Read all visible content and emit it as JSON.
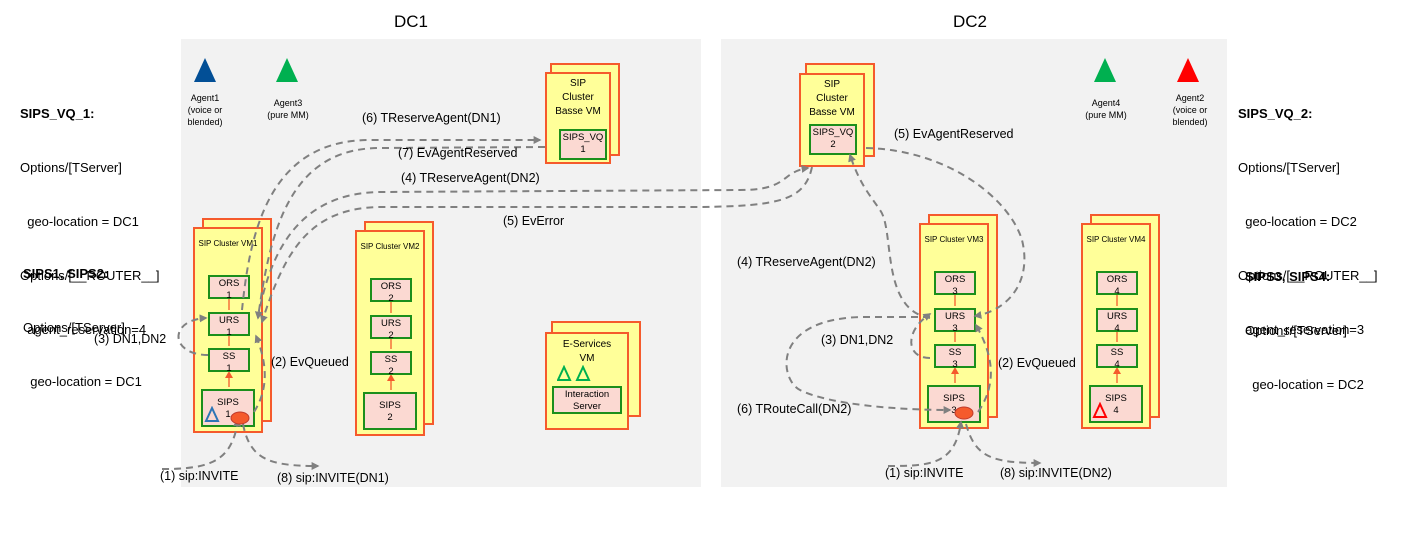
{
  "datacenters": [
    {
      "id": "dc1",
      "title": "DC1"
    },
    {
      "id": "dc2",
      "title": "DC2"
    }
  ],
  "notes": {
    "sips_vq_1": {
      "heading": "SIPS_VQ_1:",
      "lines": [
        "Options/[TServer]",
        "  geo-location = DC1",
        "Options/[__ROUTER__]",
        "  agent_reservation=4"
      ]
    },
    "sips_1_2": {
      "heading": "SIPS1, SIPS2:",
      "lines": [
        "Options/[TServer]",
        "  geo-location = DC1"
      ]
    },
    "sips_vq_2": {
      "heading": "SIPS_VQ_2:",
      "lines": [
        "Options/[TServer]",
        "  geo-location = DC2",
        "Options/[__ROUTER__]",
        "  agent_reservation=3"
      ]
    },
    "sips_3_4": {
      "heading": "SIPS3, SIPS4:",
      "lines": [
        "Options/[TServer]",
        "  geo-location = DC2"
      ]
    }
  },
  "agents": [
    {
      "name": "Agent1",
      "desc1": "(voice or",
      "desc2": "blended)",
      "color": "#024f96"
    },
    {
      "name": "Agent3",
      "desc1": "(pure MM)",
      "desc2": "",
      "color": "#00b050"
    },
    {
      "name": "Agent4",
      "desc1": "(pure MM)",
      "desc2": "",
      "color": "#00b050"
    },
    {
      "name": "Agent2",
      "desc1": "(voice or",
      "desc2": "blended)",
      "color": "#ff0000"
    }
  ],
  "vms": {
    "basse1": {
      "label_lines": [
        "SIP",
        "Cluster",
        "Basse VM"
      ],
      "component": {
        "name": "SIPS_VQ",
        "num": "1"
      }
    },
    "basse2": {
      "label_lines": [
        "SIP",
        "Cluster",
        "Basse VM"
      ],
      "component": {
        "name": "SIPS_VQ",
        "num": "2"
      }
    },
    "eservices": {
      "label_lines": [
        "E-Services",
        "VM"
      ],
      "component": {
        "name": "Interaction",
        "num": "Server"
      }
    },
    "clusters": [
      {
        "label": "SIP Cluster VM1",
        "components": [
          {
            "name": "ORS",
            "num": "1"
          },
          {
            "name": "URS",
            "num": "1"
          },
          {
            "name": "SS",
            "num": "1"
          },
          {
            "name": "SIPS",
            "num": "1"
          }
        ]
      },
      {
        "label": "SIP Cluster VM2",
        "components": [
          {
            "name": "ORS",
            "num": "2"
          },
          {
            "name": "URS",
            "num": "2"
          },
          {
            "name": "SS",
            "num": "2"
          },
          {
            "name": "SIPS",
            "num": "2"
          }
        ]
      },
      {
        "label": "SIP Cluster VM3",
        "components": [
          {
            "name": "ORS",
            "num": "3"
          },
          {
            "name": "URS",
            "num": "3"
          },
          {
            "name": "SS",
            "num": "3"
          },
          {
            "name": "SIPS",
            "num": "3"
          }
        ]
      },
      {
        "label": "SIP Cluster VM4",
        "components": [
          {
            "name": "ORS",
            "num": "4"
          },
          {
            "name": "URS",
            "num": "4"
          },
          {
            "name": "SS",
            "num": "4"
          },
          {
            "name": "SIPS",
            "num": "4"
          }
        ]
      }
    ]
  },
  "messages": {
    "dc1": {
      "m1": "(1) sip:INVITE",
      "m2": "(2) EvQueued",
      "m3": "(3) DN1,DN2",
      "m4": "(4) TReserveAgent(DN2)",
      "m5": "(5) EvError",
      "m6": "(6) TReserveAgent(DN1)",
      "m7": "(7) EvAgentReserved",
      "m8": "(8) sip:INVITE(DN1)"
    },
    "dc2": {
      "m1": "(1) sip:INVITE",
      "m2": "(2) EvQueued",
      "m3": "(3) DN1,DN2",
      "m4": "(4) TReserveAgent(DN2)",
      "m5": "(5) EvAgentReserved",
      "m6": "(6) TRouteCall(DN2)",
      "m8": "(8) sip:INVITE(DN2)"
    }
  },
  "colors": {
    "dc_background": "#f2f2f2",
    "vm_fill": "#ffff99",
    "vm_border": "#f55a2c",
    "component_fill": "#fbd9d2",
    "component_border": "#1b8f1b",
    "arrow": "#808080",
    "call_marker": "#f55a2c"
  }
}
